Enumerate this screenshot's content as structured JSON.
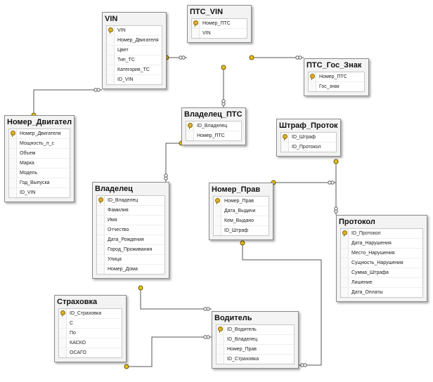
{
  "diagram": {
    "colors": {
      "line": "#555555",
      "key": "#e8c020",
      "table_bg": "#f3f3f3",
      "field_bg": "#ffffff"
    },
    "tables": [
      {
        "id": "vin",
        "title": "VIN",
        "fields": [
          {
            "name": "VIN",
            "pk": true
          },
          {
            "name": "Номер_Двигателя"
          },
          {
            "name": "Цвет"
          },
          {
            "name": "Тип_ТС"
          },
          {
            "name": "Категория_ТС"
          },
          {
            "name": "ID_VIN"
          }
        ]
      },
      {
        "id": "pts_vin",
        "title": "ПТС_VIN",
        "fields": [
          {
            "name": "Номер_ПТС",
            "pk": true
          },
          {
            "name": "VIN"
          }
        ]
      },
      {
        "id": "pts_gos",
        "title": "ПТС_Гос_Знак",
        "fields": [
          {
            "name": "Номер_ПТС",
            "pk": true
          },
          {
            "name": "Гос_знак"
          }
        ]
      },
      {
        "id": "nomer_dvig",
        "title": "Номер_Двигател",
        "fields": [
          {
            "name": "Номер_Двигателя",
            "pk": true
          },
          {
            "name": "Мощность_л_с"
          },
          {
            "name": "Объем"
          },
          {
            "name": "Марка"
          },
          {
            "name": "Модель"
          },
          {
            "name": "Год_Выпуска"
          },
          {
            "name": "ID_VIN"
          }
        ]
      },
      {
        "id": "vlad_pts",
        "title": "Владелец_ПТС",
        "fields": [
          {
            "name": "ID_Владелец",
            "pk": true
          },
          {
            "name": "Номер_ПТС"
          }
        ]
      },
      {
        "id": "shtraf_prot",
        "title": "Штраф_Проток",
        "fields": [
          {
            "name": "ID_Штраф",
            "pk": true
          },
          {
            "name": "ID_Протокол"
          }
        ]
      },
      {
        "id": "vladelec",
        "title": "Владелец",
        "fields": [
          {
            "name": "ID_Владелец",
            "pk": true
          },
          {
            "name": "Фамилия"
          },
          {
            "name": "Имя"
          },
          {
            "name": "Отчество"
          },
          {
            "name": "Дата_Рождения"
          },
          {
            "name": "Город_Проживания"
          },
          {
            "name": "Улица"
          },
          {
            "name": "Номер_Дома"
          }
        ]
      },
      {
        "id": "nomer_prav",
        "title": "Номер_Прав",
        "fields": [
          {
            "name": "Номер_Прав",
            "pk": true
          },
          {
            "name": "Дата_Выдачи"
          },
          {
            "name": "Кем_Выдано"
          },
          {
            "name": "ID_Штраф"
          }
        ]
      },
      {
        "id": "protokol",
        "title": "Протокол",
        "fields": [
          {
            "name": "ID_Протокол",
            "pk": true
          },
          {
            "name": "Дата_Нарушения"
          },
          {
            "name": "Место_Нарушения"
          },
          {
            "name": "Сущность_Нарушения"
          },
          {
            "name": "Сумма_Штрафа"
          },
          {
            "name": "Лишение"
          },
          {
            "name": "Дата_Оплаты"
          }
        ]
      },
      {
        "id": "strahovka",
        "title": "Страховка",
        "fields": [
          {
            "name": "ID_Страховка",
            "pk": true
          },
          {
            "name": "С"
          },
          {
            "name": "По"
          },
          {
            "name": "КАСКО"
          },
          {
            "name": "ОСАГО"
          }
        ]
      },
      {
        "id": "voditel",
        "title": "Водитель",
        "fields": [
          {
            "name": "ID_Водитель",
            "pk": true
          },
          {
            "name": "ID_Владелец"
          },
          {
            "name": "Номер_Прав"
          },
          {
            "name": "ID_Страховка"
          }
        ]
      }
    ],
    "relations": [
      {
        "from": "vin",
        "to": "pts_vin"
      },
      {
        "from": "pts_vin",
        "to": "pts_gos"
      },
      {
        "from": "nomer_dvig",
        "to": "vin"
      },
      {
        "from": "pts_vin",
        "to": "vlad_pts"
      },
      {
        "from": "vlad_pts",
        "to": "vladelec"
      },
      {
        "from": "shtraf_prot",
        "to": "protokol"
      },
      {
        "from": "nomer_prav",
        "to": "shtraf_prot"
      },
      {
        "from": "nomer_prav",
        "to": "voditel"
      },
      {
        "from": "vladelec",
        "to": "voditel"
      },
      {
        "from": "strahovka",
        "to": "voditel"
      }
    ]
  }
}
